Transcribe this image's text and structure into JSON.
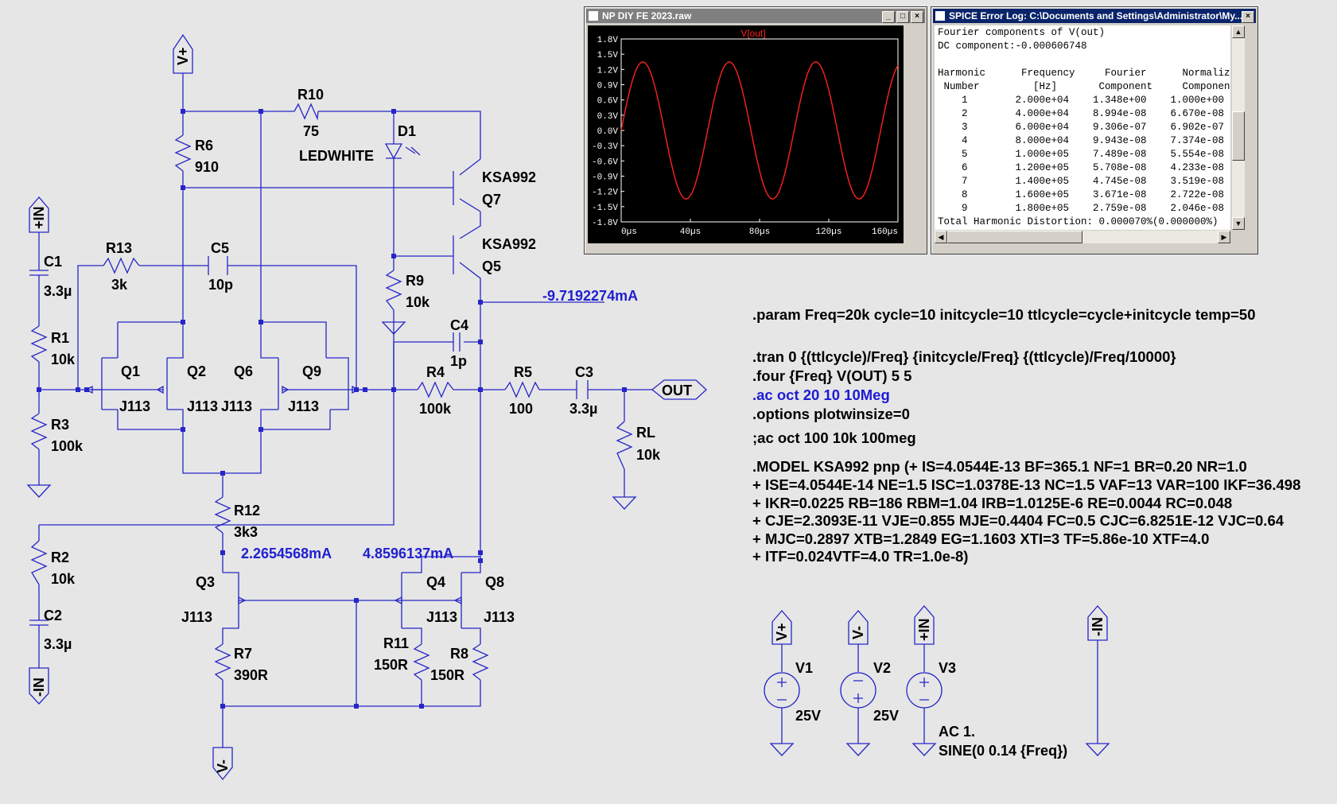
{
  "schematic": {
    "components": {
      "r10": {
        "ref": "R10",
        "value": "75"
      },
      "r6": {
        "ref": "R6",
        "value": "910"
      },
      "d1": {
        "ref": "D1",
        "value": "LEDWHITE"
      },
      "q7": {
        "ref": "Q7",
        "value": "KSA992"
      },
      "q5": {
        "ref": "Q5",
        "value": "KSA992"
      },
      "c1": {
        "ref": "C1",
        "value": "3.3µ"
      },
      "r13": {
        "ref": "R13",
        "value": "3k"
      },
      "c5": {
        "ref": "C5",
        "value": "10p"
      },
      "r9": {
        "ref": "R9",
        "value": "10k"
      },
      "c4": {
        "ref": "C4",
        "value": "1p"
      },
      "r1": {
        "ref": "R1",
        "value": "10k"
      },
      "q1": {
        "ref": "Q1",
        "value": "J113"
      },
      "q2": {
        "ref": "Q2",
        "value": "J113"
      },
      "q6": {
        "ref": "Q6",
        "value": "J113"
      },
      "q9": {
        "ref": "Q9",
        "value": "J113"
      },
      "r4": {
        "ref": "R4",
        "value": "100k"
      },
      "r5": {
        "ref": "R5",
        "value": "100"
      },
      "c3": {
        "ref": "C3",
        "value": "3.3µ"
      },
      "r3": {
        "ref": "R3",
        "value": "100k"
      },
      "rl": {
        "ref": "RL",
        "value": "10k"
      },
      "r12": {
        "ref": "R12",
        "value": "3k3"
      },
      "r2": {
        "ref": "R2",
        "value": "10k"
      },
      "q3": {
        "ref": "Q3",
        "value": "J113"
      },
      "q4": {
        "ref": "Q4",
        "value": "J113"
      },
      "q8": {
        "ref": "Q8",
        "value": "J113"
      },
      "c2": {
        "ref": "C2",
        "value": "3.3µ"
      },
      "r7": {
        "ref": "R7",
        "value": "390R"
      },
      "r11": {
        "ref": "R11",
        "value": "150R"
      },
      "r8": {
        "ref": "R8",
        "value": "150R"
      },
      "v1": {
        "ref": "V1",
        "value": "25V"
      },
      "v2": {
        "ref": "V2",
        "value": "25V"
      },
      "v3": {
        "ref": "V3",
        "value1": "AC 1.",
        "value2": "SINE(0 0.14 {Freq})"
      }
    },
    "ports": {
      "vplus": "V+",
      "vminus": "V-",
      "inplus": "+IN",
      "inminus": "-IN",
      "out": "OUT"
    },
    "currents": {
      "q5": "-9.7192274mA",
      "q3": "2.2654568mA",
      "q8": "4.8596137mA"
    },
    "directives": {
      "param": ".param Freq=20k cycle=10 initcycle=10 ttlcycle=cycle+initcycle temp=50",
      "tran": ".tran 0 {(ttlcycle)/Freq} {initcycle/Freq} {(ttlcycle)/Freq/10000}",
      "four": ".four {Freq} V(OUT) 5 5",
      "ac": ".ac oct 20 10 10Meg",
      "options": ".options plotwinsize=0",
      "comment": ";ac oct 100 10k 100meg",
      "model": [
        ".MODEL KSA992 pnp (+ IS=4.0544E-13 BF=365.1 NF=1 BR=0.20 NR=1.0",
        "+ ISE=4.0544E-14 NE=1.5 ISC=1.0378E-13 NC=1.5 VAF=13 VAR=100 IKF=36.498",
        "+ IKR=0.0225 RB=186 RBM=1.04 IRB=1.0125E-6 RE=0.0044 RC=0.048",
        "+ CJE=2.3093E-11 VJE=0.855 MJE=0.4404 FC=0.5 CJC=6.8251E-12 VJC=0.64",
        "+ MJC=0.2897 XTB=1.2849 EG=1.1603 XTI=3 TF=5.86e-10 XTF=4.0",
        "+ ITF=0.024VTF=4.0 TR=1.0e-8)"
      ]
    }
  },
  "plot_window": {
    "title": "NP DIY FE 2023.raw",
    "trace_name": "V[out]",
    "colors": {
      "background": "#000000",
      "trace": "#ff2020",
      "axis": "#ffffff"
    },
    "chart_data": {
      "type": "line",
      "series": [
        {
          "name": "V[out]",
          "amplitude": 1.348,
          "frequency_hz": 20000
        }
      ],
      "x_ticks": [
        "0µs",
        "40µs",
        "80µs",
        "120µs",
        "160µs"
      ],
      "y_ticks": [
        "1.8V",
        "1.5V",
        "1.2V",
        "0.9V",
        "0.6V",
        "0.3V",
        "0.0V",
        "-0.3V",
        "-0.6V",
        "-0.9V",
        "-1.2V",
        "-1.5V",
        "-1.8V"
      ],
      "xlim": [
        0,
        160
      ],
      "ylim": [
        -1.8,
        1.8
      ]
    },
    "buttons": {
      "minimize": "_",
      "maximize": "□",
      "close": "×"
    }
  },
  "log_window": {
    "title": "SPICE Error Log: C:\\Documents and Settings\\Administrator\\My...",
    "close": "×",
    "header_line1": "Fourier components of V(out)",
    "header_line2": "DC component:-0.000606748",
    "col_header1": "Harmonic      Frequency     Fourier      Normalized",
    "col_header2": " Number         [Hz]       Component     Component",
    "rows": [
      "    1        2.000e+04    1.348e+00    1.000e+00",
      "    2        4.000e+04    8.994e-08    6.670e-08",
      "    3        6.000e+04    9.306e-07    6.902e-07",
      "    4        8.000e+04    9.943e-08    7.374e-08",
      "    5        1.000e+05    7.489e-08    5.554e-08",
      "    6        1.200e+05    5.708e-08    4.233e-08",
      "    7        1.400e+05    4.745e-08    3.519e-08",
      "    8        1.600e+05    3.671e-08    2.722e-08",
      "    9        1.800e+05    2.759e-08    2.046e-08"
    ],
    "thd": "Total Harmonic Distortion: 0.000070%(0.000000%)"
  }
}
